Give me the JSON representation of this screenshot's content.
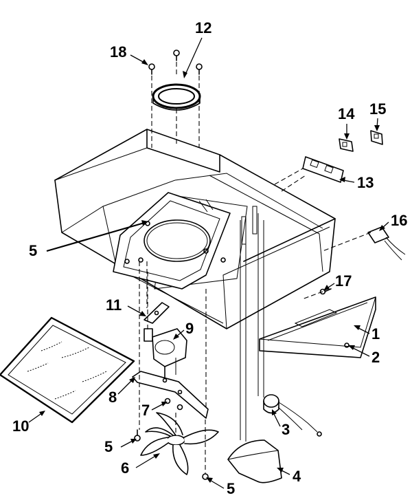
{
  "callouts": [
    {
      "id": "c1",
      "label": "1"
    },
    {
      "id": "c2",
      "label": "2"
    },
    {
      "id": "c3",
      "label": "3"
    },
    {
      "id": "c4",
      "label": "4"
    },
    {
      "id": "c5a",
      "label": "5"
    },
    {
      "id": "c5b",
      "label": "5"
    },
    {
      "id": "c5c",
      "label": "5"
    },
    {
      "id": "c6",
      "label": "6"
    },
    {
      "id": "c7",
      "label": "7"
    },
    {
      "id": "c8",
      "label": "8"
    },
    {
      "id": "c9",
      "label": "9"
    },
    {
      "id": "c10",
      "label": "10"
    },
    {
      "id": "c11",
      "label": "11"
    },
    {
      "id": "c12",
      "label": "12"
    },
    {
      "id": "c13",
      "label": "13"
    },
    {
      "id": "c14",
      "label": "14"
    },
    {
      "id": "c15",
      "label": "15"
    },
    {
      "id": "c16",
      "label": "16"
    },
    {
      "id": "c17",
      "label": "17"
    },
    {
      "id": "c18",
      "label": "18"
    }
  ]
}
